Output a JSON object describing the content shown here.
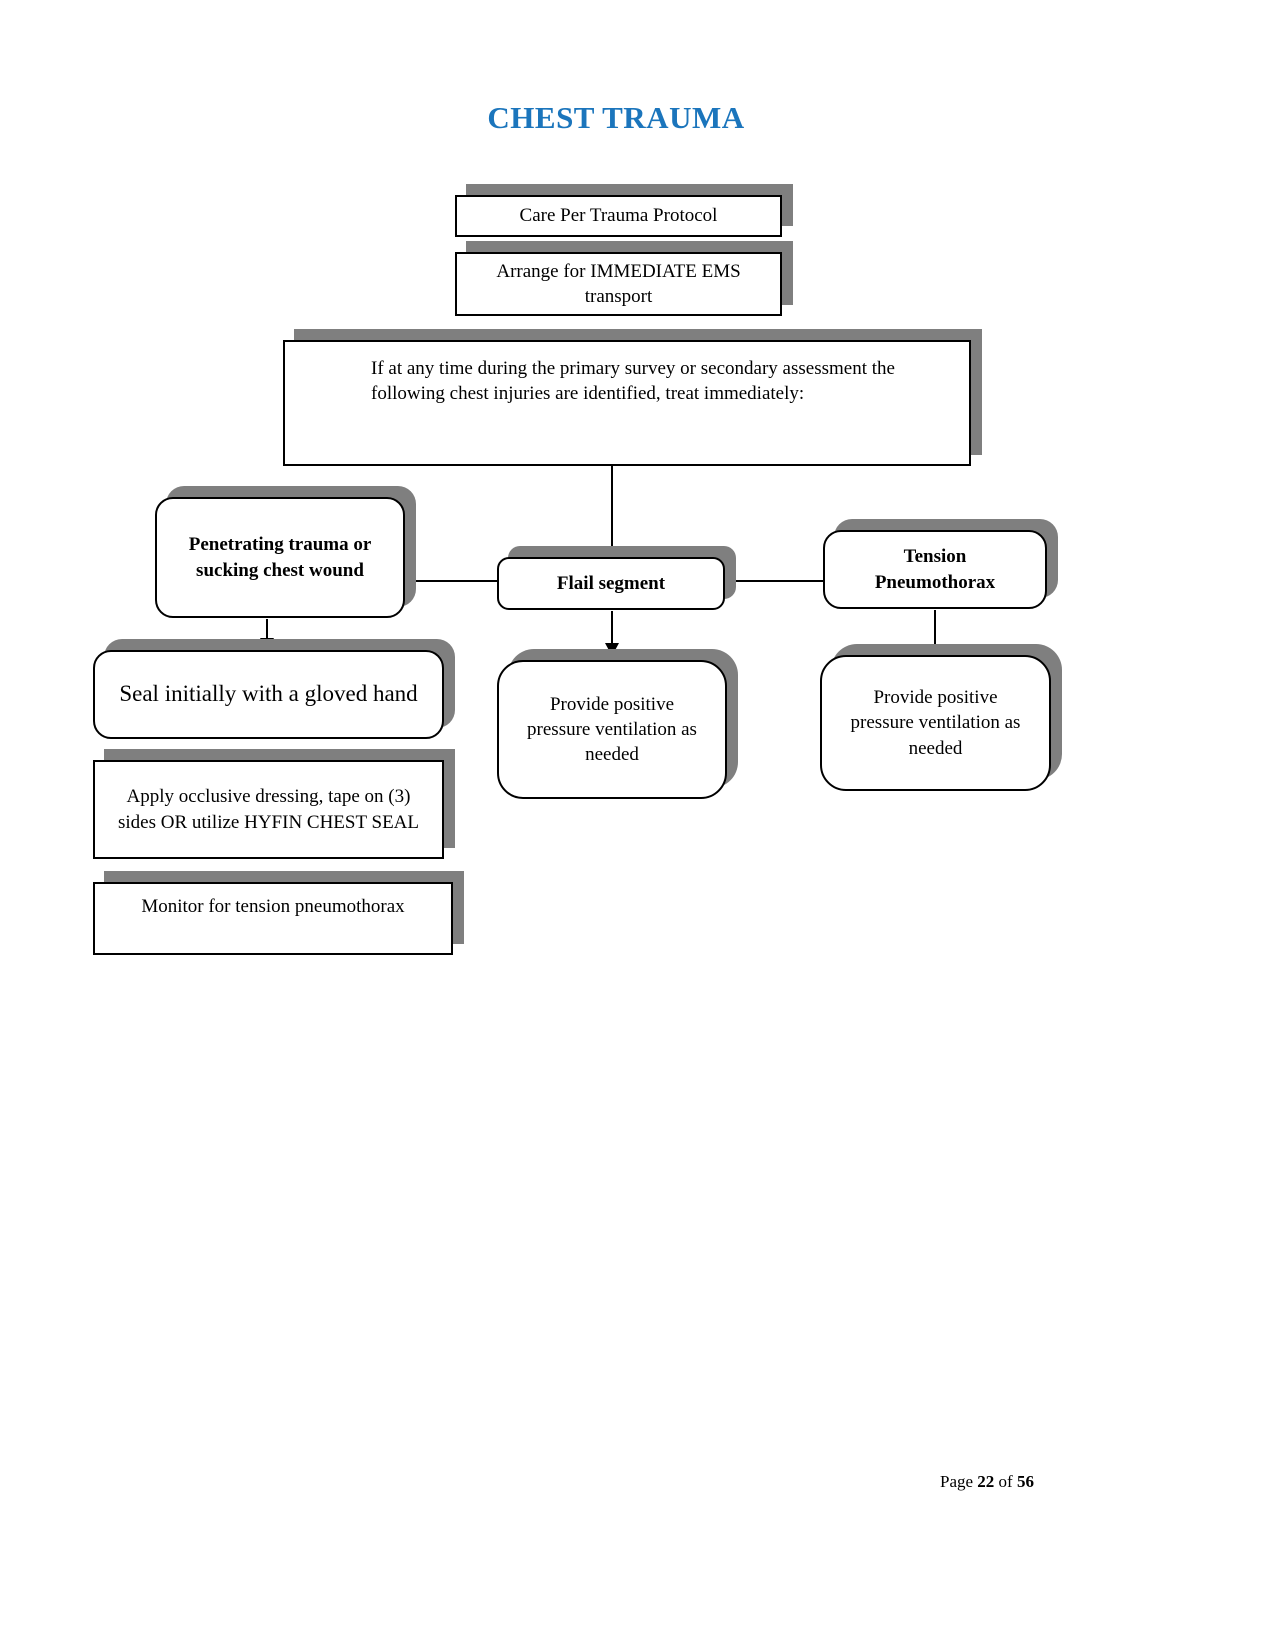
{
  "page": {
    "title": "CHEST TRAUMA",
    "footer": {
      "prefix": "Page ",
      "page_num": "22",
      "separator": " of ",
      "total": "56"
    }
  },
  "flowchart": {
    "care_protocol": "Care Per Trauma Protocol",
    "arrange_transport": "Arrange for IMMEDIATE EMS transport",
    "if_any_time": "If at any time during the primary survey or secondary assessment the following chest injuries are identified, treat immediately:",
    "penetrating": "Penetrating trauma or sucking chest wound",
    "flail": "Flail segment",
    "tension": "Tension Pneumothorax",
    "seal": "Seal initially with a gloved hand",
    "occlusive": "Apply occlusive dressing, tape on (3) sides OR utilize HYFIN CHEST SEAL",
    "monitor": "Monitor for tension pneumothorax",
    "ppv_flail": "Provide positive pressure ventilation as needed",
    "ppv_tension": "Provide positive pressure ventilation as needed"
  },
  "colors": {
    "title": "#1b75bc",
    "shadow": "#7f7f7f",
    "line": "#000000"
  }
}
